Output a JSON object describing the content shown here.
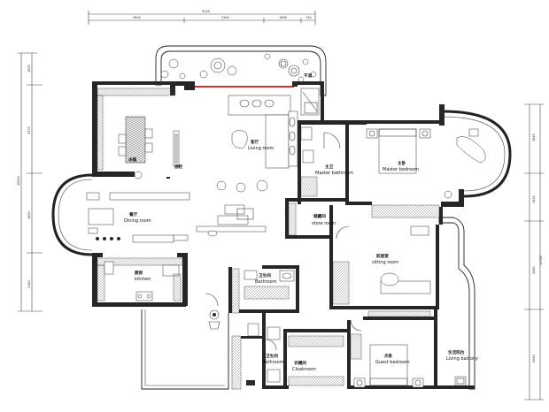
{
  "rooms": {
    "living": {
      "cn": "客厅",
      "en": "Living room"
    },
    "dining": {
      "cn": "餐厅",
      "en": "Dining room"
    },
    "kitchen": {
      "cn": "厨房",
      "en": "kitchen"
    },
    "master_bath": {
      "cn": "主卫",
      "en": "Master bathroom"
    },
    "master_bedroom": {
      "cn": "主卧",
      "en": "Master bedroom"
    },
    "store": {
      "cn": "储藏间",
      "en": "store room"
    },
    "sitting": {
      "cn": "起居室",
      "en": "sitting room"
    },
    "bath1": {
      "cn": "卫生间",
      "en": "Bathroom"
    },
    "bath2": {
      "cn": "卫生间",
      "en": "Bathroom"
    },
    "cloak": {
      "cn": "衣帽间",
      "en": "Cloakroom"
    },
    "guest": {
      "cn": "次卧",
      "en": "Guest bedroom"
    },
    "balcony": {
      "cn": "生活阳台",
      "en": "Living balcony"
    },
    "fridge": {
      "cn": "冰箱",
      "en": ""
    },
    "wine": {
      "cn": "酒柜",
      "en": ""
    },
    "dry": {
      "cn": "干湿",
      "en": ""
    }
  },
  "dimensions": {
    "top_total": "9120",
    "top_segments": [
      "3850",
      "3340",
      "1690",
      "740"
    ],
    "left_total": "10810",
    "left_segments": [
      "1600",
      "3370",
      "2850",
      "2140"
    ],
    "right_total": "11780",
    "right_segments": [
      "2840",
      "1430",
      "2440",
      "4040"
    ]
  },
  "colors": {
    "wall": "#262626",
    "line": "#333333",
    "accent": "#cc3333"
  }
}
